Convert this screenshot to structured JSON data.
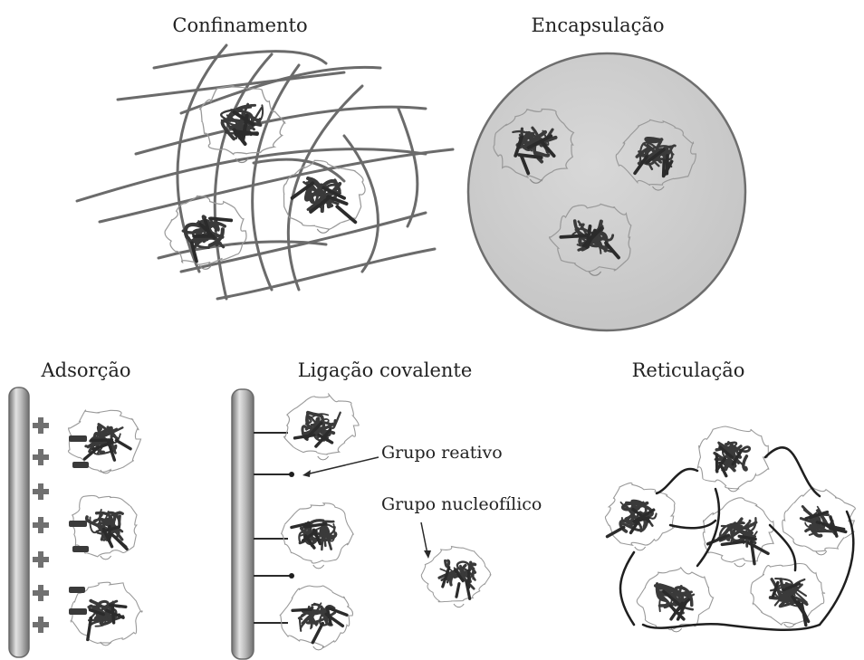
{
  "panels": {
    "confinamento": {
      "title": "Confinamento"
    },
    "encapsulacao": {
      "title": "Encapsulação"
    },
    "adsorcao": {
      "title": "Adsorção"
    },
    "ligacao": {
      "title": "Ligação covalente",
      "reactive_label": "Grupo reativo",
      "nucleophilic_label": "Grupo nucleofílico"
    },
    "reticulacao": {
      "title": "Reticulação"
    }
  },
  "colors": {
    "protein": "#3a3a3a",
    "fiber": "#6b6b6b",
    "capsule_fill": "#cfcfcf",
    "support_light": "#d9d9d9",
    "support_dark": "#7d7d7d",
    "plus_sign": "#707070",
    "linker": "#2a2a2a"
  }
}
